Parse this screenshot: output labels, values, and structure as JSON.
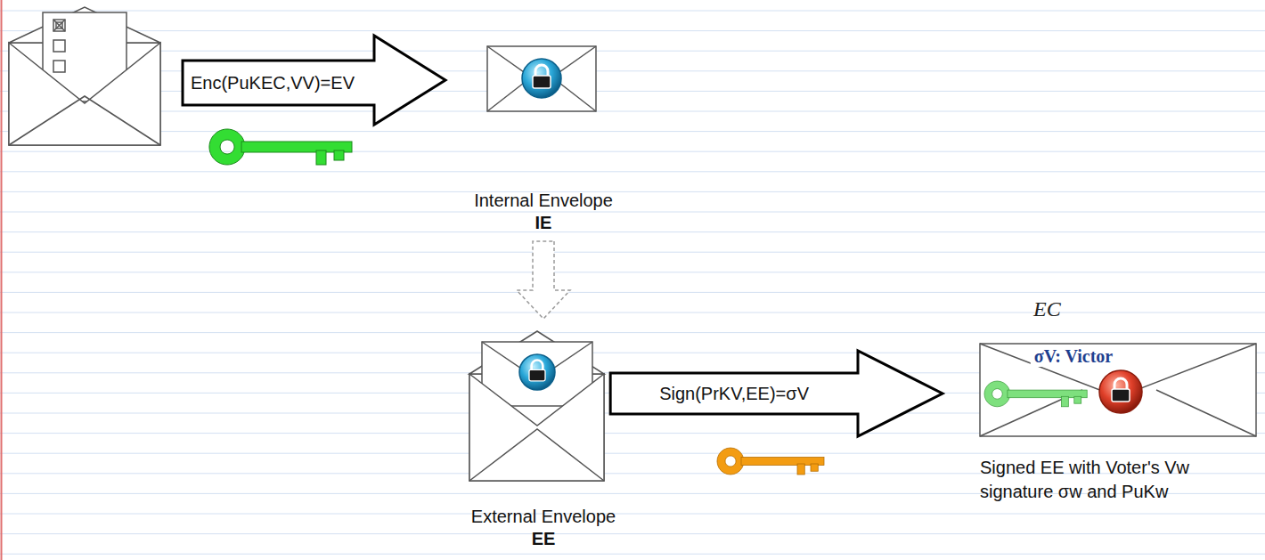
{
  "diagram": {
    "nodes": [
      {
        "text": [
          "Internal Envelope",
          "IE"
        ]
      },
      {
        "text": [
          "External Envelope",
          "EE"
        ]
      },
      {
        "text": [
          "σV: Victor",
          "Signed EE with Voter's Vw signature σw and PuKw"
        ]
      }
    ],
    "edges": [
      {
        "from": 0,
        "to": 1,
        "arrow": "to"
      },
      {
        "from": 1,
        "to": 2,
        "label": "Sign(PrKV,EE)=σV",
        "arrow": "to"
      }
    ],
    "labels": [
      "Enc(PuKEC,VV)=EV",
      "EC"
    ]
  }
}
